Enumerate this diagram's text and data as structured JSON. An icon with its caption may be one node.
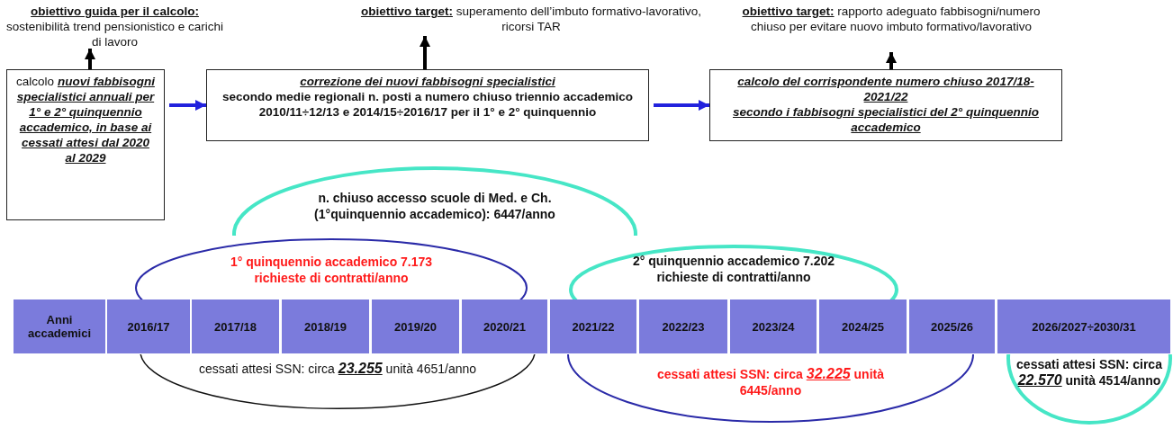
{
  "diagram": {
    "nodes": [
      {
        "text": [
          "obiettivo guida per il calcolo:",
          "sostenibilità trend pensionistico e carichi di lavoro"
        ]
      },
      {
        "text": [
          "**obiettivo target:** superamento dell’imbuto formativo-lavorativo, ricorsi TAR"
        ]
      },
      {
        "text": [
          "**obiettivo target:** rapporto adeguato fabbisogni/numero chiuso per evitare nuovo imbuto formativo/lavorativo"
        ]
      },
      {
        "text": [
          "calcolo *nuovi fabbisogni specialistici annuali per 1° e 2° quinquennio accademico, in base ai cessati attesi dal 2020 al 2029*"
        ]
      },
      {
        "text": [
          "correzione dei nuovi fabbisogni specialistici",
          "secondo medie regionali n. posti a numero chiuso triennio accademico 2010/11÷12/13 e 2014/15÷2016/17 per il 1° e 2° quinquennio"
        ]
      },
      {
        "text": [
          "calcolo del corrispondente numero chiuso 2017/18-2021/22",
          "secondo i fabbisogni specialistici del 2° quinquennio accademico"
        ]
      },
      {
        "text": [
          "n. chiuso accesso scuole di Med. e Ch. (1°quinquennio accademico): 6447/anno"
        ]
      },
      {
        "text": [
          "1° quinquennio accademico 7.173 richieste di contratti/anno"
        ]
      },
      {
        "text": [
          "2° quinquennio accademico 7.202 richieste di contratti/anno"
        ]
      },
      {
        "text": [
          "cessati attesi SSN: circa *23.255* unità 4651/anno"
        ]
      },
      {
        "text": [
          "cessati attesi SSN: circa *32.225* unità 6445/anno"
        ]
      },
      {
        "text": [
          "cessati attesi SSN: circa *22.570* unità 4514/anno"
        ]
      }
    ],
    "edges": [
      {
        "from": 3,
        "to": 0,
        "arrow": "to"
      },
      {
        "from": 3,
        "to": 4,
        "arrow": "to",
        "color": "#2222dd"
      },
      {
        "from": 4,
        "to": 1,
        "arrow": "to"
      },
      {
        "from": 4,
        "to": 5,
        "arrow": "to",
        "color": "#2222dd"
      },
      {
        "from": 5,
        "to": 2,
        "arrow": "to"
      }
    ],
    "labels": [
      "Anni accademici",
      "2016/17",
      "2017/18",
      "2018/19",
      "2019/20",
      "2020/21",
      "2021/22",
      "2022/23",
      "2023/24",
      "2024/25",
      "2025/26",
      "2026/2027÷2030/31"
    ]
  }
}
